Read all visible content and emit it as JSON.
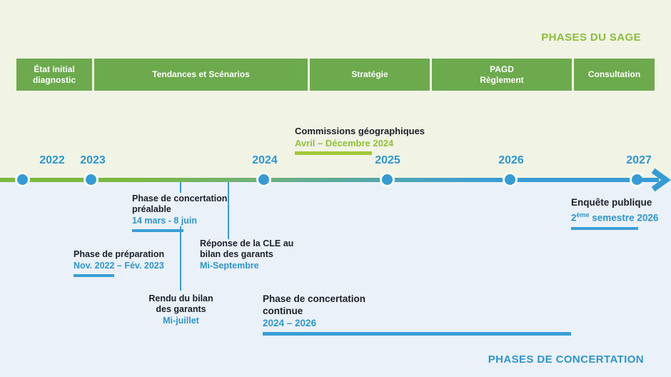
{
  "titles": {
    "top": "PHASES DU SAGE",
    "bottom": "PHASES DE CONCERTATION"
  },
  "colors": {
    "box_green": "#6caa4d",
    "lime_green": "#92c03c",
    "blue": "#2f95cf",
    "dark_text": "#1d1f2a",
    "background_top": "#f1f3e4",
    "background_bottom": "#eaf1f8"
  },
  "phase_boxes": [
    {
      "label": "État initial\ndiagnostic"
    },
    {
      "label": "Tendances et Scénarios"
    },
    {
      "label": "Stratégie"
    },
    {
      "label": "PAGD\nRèglement"
    },
    {
      "label": "Consultation"
    }
  ],
  "timeline": {
    "years": [
      "2022",
      "2023",
      "2024",
      "2025",
      "2026",
      "2027"
    ]
  },
  "commissions": {
    "title": "Commissions géographiques",
    "dates": "Avril – Décembre 2024"
  },
  "annotations": {
    "concertation_prealable": {
      "title": "Phase de concertation\npréalable",
      "dates": "14 mars - 8 juin"
    },
    "preparation": {
      "title": "Phase de préparation",
      "dates": "Nov. 2022 – Fév. 2023"
    },
    "reponse_cle": {
      "title": "Réponse de la CLE au\nbilan des garants",
      "dates": "Mi-Septembre"
    },
    "rendu_bilan": {
      "title": "Rendu du bilan\ndes garants",
      "dates": "Mi-juillet"
    },
    "concertation_continue": {
      "title": "Phase de concertation\ncontinue",
      "dates": "2024 – 2026"
    },
    "enquete_publique": {
      "title": "Enquête publique",
      "dates_prefix": "2",
      "dates_sup": "ème",
      "dates_rest": " semestre 2026"
    }
  }
}
